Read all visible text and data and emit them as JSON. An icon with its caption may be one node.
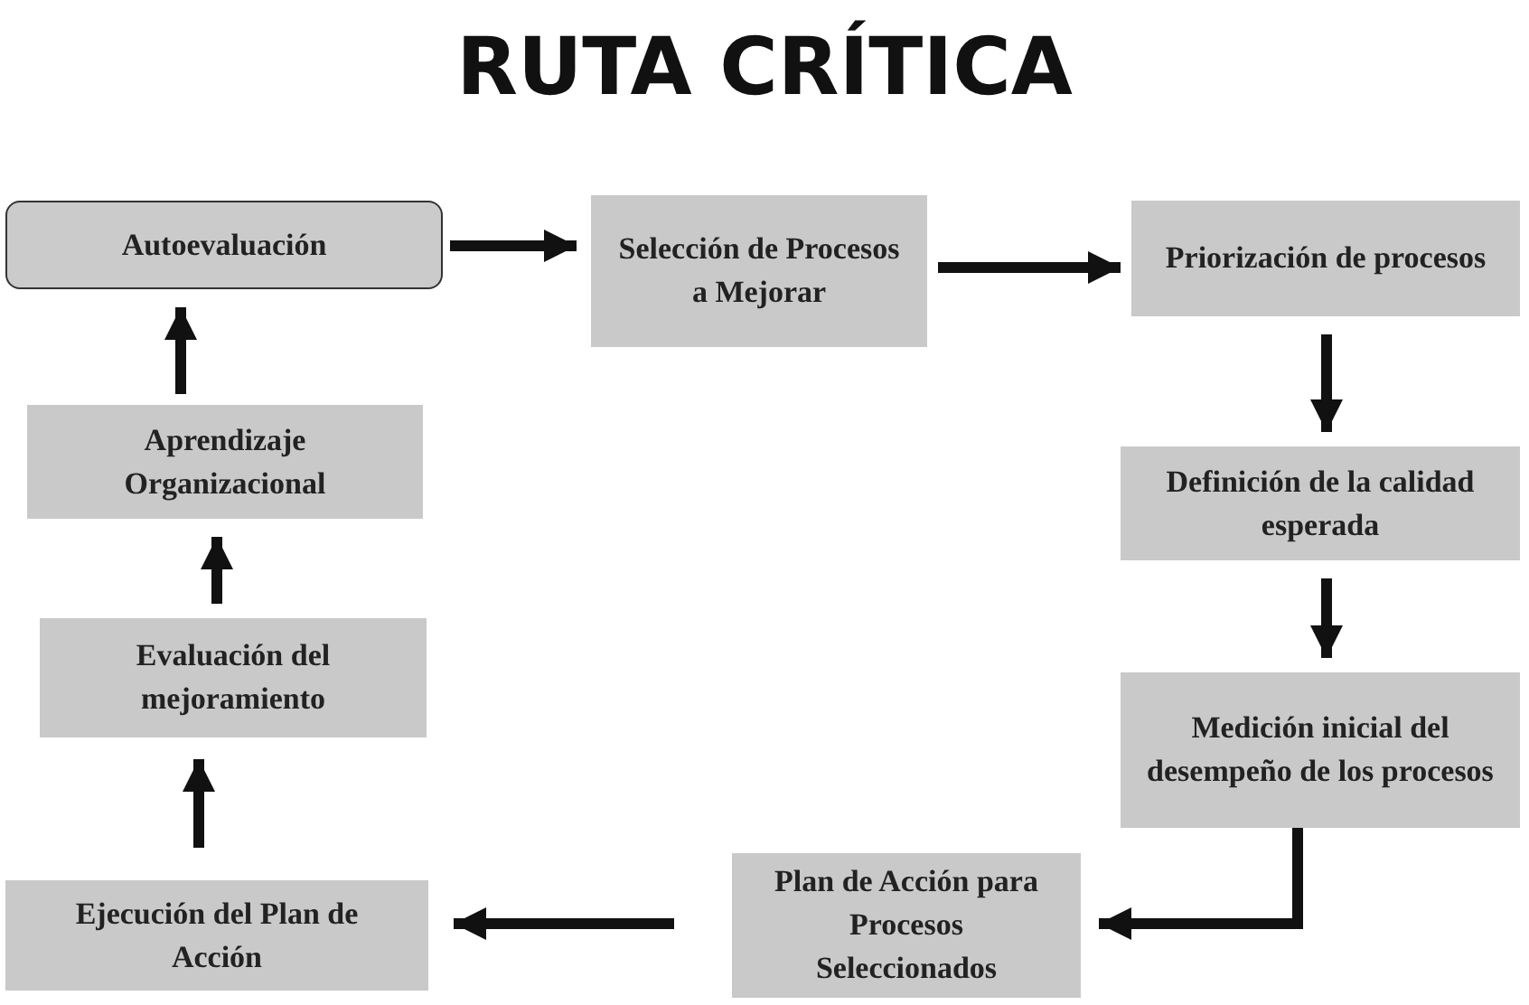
{
  "diagram": {
    "title": "RUTA CRÍTICA",
    "nodes": [
      {
        "text": [
          "Autoevaluación"
        ]
      },
      {
        "text": [
          "Selección de Procesos a Mejorar"
        ]
      },
      {
        "text": [
          "Priorización de procesos"
        ]
      },
      {
        "text": [
          "Definición de la calidad esperada"
        ]
      },
      {
        "text": [
          "Medición inicial del desempeño de los procesos"
        ]
      },
      {
        "text": [
          "Plan de Acción para Procesos Seleccionados"
        ]
      },
      {
        "text": [
          "Ejecución del Plan de Acción"
        ]
      },
      {
        "text": [
          "Evaluación del mejoramiento"
        ]
      },
      {
        "text": [
          "Aprendizaje Organizacional"
        ]
      }
    ],
    "edges": [
      {
        "from": 0,
        "to": 1,
        "arrow": "to"
      },
      {
        "from": 1,
        "to": 2,
        "arrow": "to"
      },
      {
        "from": 2,
        "to": 3,
        "arrow": "to"
      },
      {
        "from": 3,
        "to": 4,
        "arrow": "to"
      },
      {
        "from": 4,
        "to": 5,
        "arrow": "to"
      },
      {
        "from": 5,
        "to": 6,
        "arrow": "to"
      },
      {
        "from": 6,
        "to": 7,
        "arrow": "to"
      },
      {
        "from": 7,
        "to": 8,
        "arrow": "to"
      },
      {
        "from": 8,
        "to": 0,
        "arrow": "to"
      }
    ]
  }
}
